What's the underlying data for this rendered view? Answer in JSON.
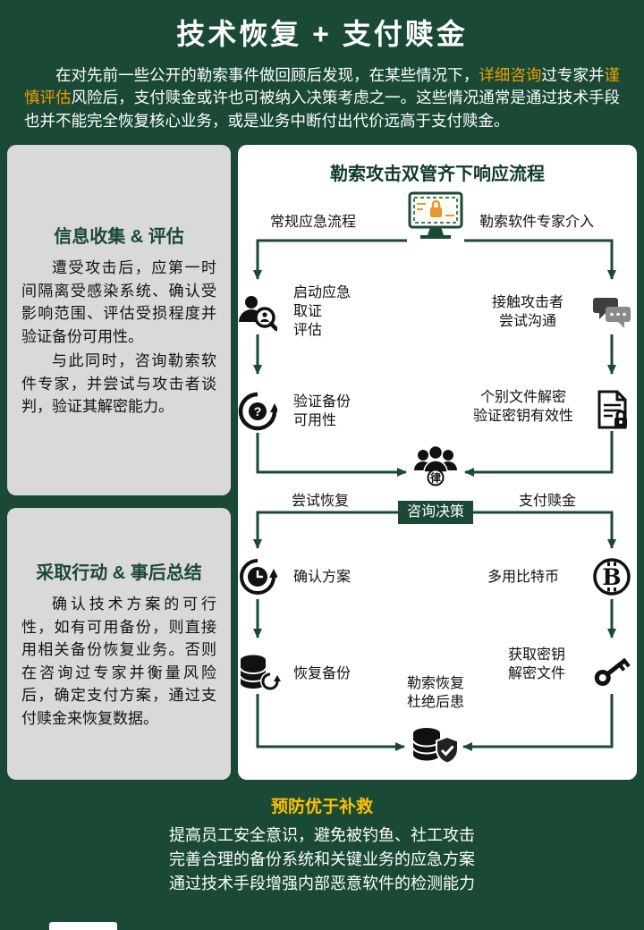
{
  "colors": {
    "dark_green": "#1a4936",
    "accent_orange": "#ef9d00",
    "footer_yellow": "#ffc000",
    "panel_gray": "#d9d9d9"
  },
  "header": {
    "title": "技术恢复 + 支付赎金",
    "intro_part1": "在对先前一些公开的勒索事件做回顾后发现，在某些情况下，",
    "intro_highlight1": "详细咨询",
    "intro_part2": "过专家并",
    "intro_highlight2": "谨慎评估",
    "intro_part3": "风险后，支付赎金或许也可被纳入决策考虑之一。这些情况通常是通过技术手段也并不能完全恢复核心业务，或是业务中断付出代价远高于支付赎金。"
  },
  "left_panel": {
    "box1": {
      "title": "信息收集 & 评估",
      "para1": "遭受攻击后，应第一时间隔离受感染系统、确认受影响范围、评估受损程度并验证备份可用性。",
      "para2": "与此同时，咨询勒索软件专家，并尝试与攻击者谈判，验证其解密能力。"
    },
    "box2": {
      "title": "采取行动 & 事后总结",
      "para1": "确认技术方案的可行性，如有可用备份，则直接用相关备份恢复业务。否则在咨询过专家并衡量风险后，确定支付方案，通过支付赎金来恢复数据。"
    }
  },
  "flow": {
    "title": "勒索攻击双管齐下响应流程",
    "branch_left": "常规应急流程",
    "branch_right": "勒索软件专家介入",
    "step1_left": "启动应急\n取证\n评估",
    "step1_right": "接触攻击者\n尝试沟通",
    "step2_left": "验证备份\n可用性",
    "step2_right": "个别文件解密\n验证密钥有效性",
    "decision": "咨询决策",
    "branch2_left": "尝试恢复",
    "branch2_right": "支付赎金",
    "step3_left": "确认方案",
    "step3_right": "多用比特币",
    "step4_left": "恢复备份",
    "step4_right": "获取密钥\n解密文件",
    "final_label": "勒索恢复\n杜绝后患",
    "law_badge": "律"
  },
  "icons": {
    "computer_lock": "monitor-with-orange-lock",
    "person_search": "investigator-with-magnifier",
    "chat": "speech-bubbles",
    "restore_question": "circular-arrow-question",
    "doc_lock": "encrypted-document",
    "expert_group": "people-group-law-badge",
    "clock_restore": "history-clock",
    "bitcoin": "bitcoin-coin",
    "db_restore": "database-refresh",
    "key": "decryption-key",
    "db_shield": "database-shield"
  },
  "footer": {
    "title": "预防优于补救",
    "lines": [
      "提高员工安全意识，避免被钓鱼、社工攻击",
      "完善合理的备份系统和关键业务的应急方案",
      "通过技术手段增强内部恶意软件的检测能力"
    ]
  }
}
